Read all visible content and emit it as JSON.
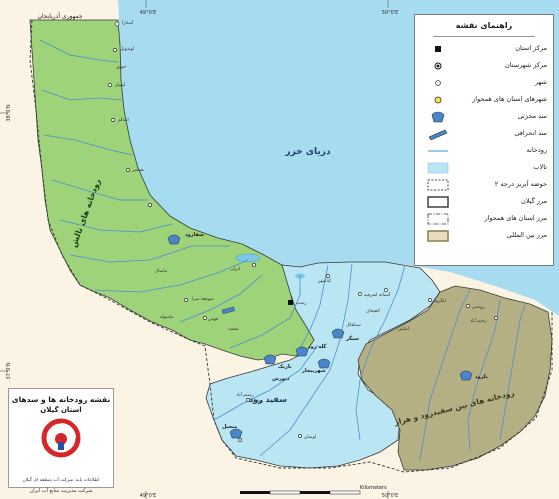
{
  "map": {
    "sea_label": "دریای خزر",
    "neighbor_label": "جمهوری آذربایجان",
    "grid": {
      "lon_top": [
        "49°0'E",
        "50°0'E"
      ],
      "lon_bottom": [
        "49°0'E",
        "50°0'E"
      ],
      "lat_left": [
        "38°0'N",
        "37°0'N"
      ]
    },
    "basins": [
      {
        "name": "رودخانه های تالش",
        "color": "#9fd37a"
      },
      {
        "name": "سفید رود",
        "color": "#b9e6f2"
      },
      {
        "name": "رودخانه های بین سفیدرود و هراز",
        "color": "#b5b083"
      }
    ],
    "dams": [
      {
        "name": "شفارود"
      },
      {
        "name": "سنگر"
      },
      {
        "name": "تاریک"
      },
      {
        "name": "گله رود"
      },
      {
        "name": "شهربیجار"
      },
      {
        "name": "دیورش"
      },
      {
        "name": "منجیل"
      },
      {
        "name": "پلرود"
      }
    ],
    "cities": [
      {
        "name": "آستارا"
      },
      {
        "name": "لوندویل"
      },
      {
        "name": "حویق"
      },
      {
        "name": "لیسار"
      },
      {
        "name": "اسالم"
      },
      {
        "name": "هشتپر"
      },
      {
        "name": "ماسال"
      },
      {
        "name": "صومعه سرا"
      },
      {
        "name": "فومن"
      },
      {
        "name": "رشت"
      },
      {
        "name": "انزلی"
      },
      {
        "name": "کیاشهر"
      },
      {
        "name": "آستانه اشرفیه"
      },
      {
        "name": "لاهیجان"
      },
      {
        "name": "لنگرود"
      },
      {
        "name": "رودسر"
      },
      {
        "name": "رحیم آباد"
      },
      {
        "name": "املش"
      },
      {
        "name": "رودبار"
      },
      {
        "name": "رستم آباد"
      },
      {
        "name": "لوشان"
      },
      {
        "name": "ماسوله"
      },
      {
        "name": "شفت"
      },
      {
        "name": "سیاهکل"
      }
    ],
    "scale": {
      "unit": "Kilometers"
    }
  },
  "legend": {
    "title": "راهنمای نقشه",
    "items": [
      {
        "label": "مرکز استان",
        "symbol": "square"
      },
      {
        "label": "مرکز شهرستان",
        "symbol": "dot"
      },
      {
        "label": "شهر",
        "symbol": "small-circle"
      },
      {
        "label": "شهرهای استان های همجوار",
        "symbol": "yellow-circle"
      },
      {
        "label": "سد مخزنی",
        "symbol": "dam"
      },
      {
        "label": "سد انحرافی",
        "symbol": "diversion"
      },
      {
        "label": "رودخانه",
        "symbol": "river"
      },
      {
        "label": "تالاب",
        "symbol": "wetland"
      },
      {
        "label": "حوضه آبریز درجه ۲",
        "symbol": "dashed-box"
      },
      {
        "label": "مرز گیلان",
        "symbol": "gilan-border"
      },
      {
        "label": "مرز استان های همجوار",
        "symbol": "neighbor-border"
      },
      {
        "label": "مرز بین المللی",
        "symbol": "intl-border"
      }
    ]
  },
  "titlebox": {
    "title": "نقشه رودخانه ها و سدهای",
    "subtitle": "استان گیلان",
    "source": "اطلاعات پایه: شرکت آب منطقه ای گیلان",
    "credit": "شرکت مدیریت منابع آب ایران"
  }
}
